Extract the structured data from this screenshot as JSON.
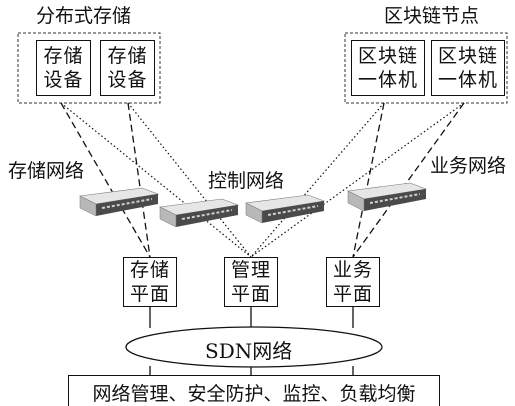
{
  "groups": {
    "storage": {
      "title": "分布式存储"
    },
    "blockchain": {
      "title": "区块链节点"
    }
  },
  "devices": {
    "storage_1": {
      "line1": "存储",
      "line2": "设备"
    },
    "storage_2": {
      "line1": "存储",
      "line2": "设备"
    },
    "chain_1": {
      "line1": "区块链",
      "line2": "一体机"
    },
    "chain_2": {
      "line1": "区块链",
      "line2": "一体机"
    }
  },
  "networks": {
    "storage": "存储网络",
    "control": "控制网络",
    "business": "业务网络"
  },
  "planes": {
    "storage": {
      "line1": "存储",
      "line2": "平面"
    },
    "management": {
      "line1": "管理",
      "line2": "平面"
    },
    "business": {
      "line1": "业务",
      "line2": "平面"
    }
  },
  "sdn": {
    "label": "SDN网络"
  },
  "services": {
    "label": "网络管理、安全防护、监控、负载均衡"
  },
  "icons": [
    "network-switch-icon"
  ],
  "colors": {
    "line": "#111111",
    "switch_body": "#d9d9d9",
    "switch_face": "#3a3a3a"
  }
}
